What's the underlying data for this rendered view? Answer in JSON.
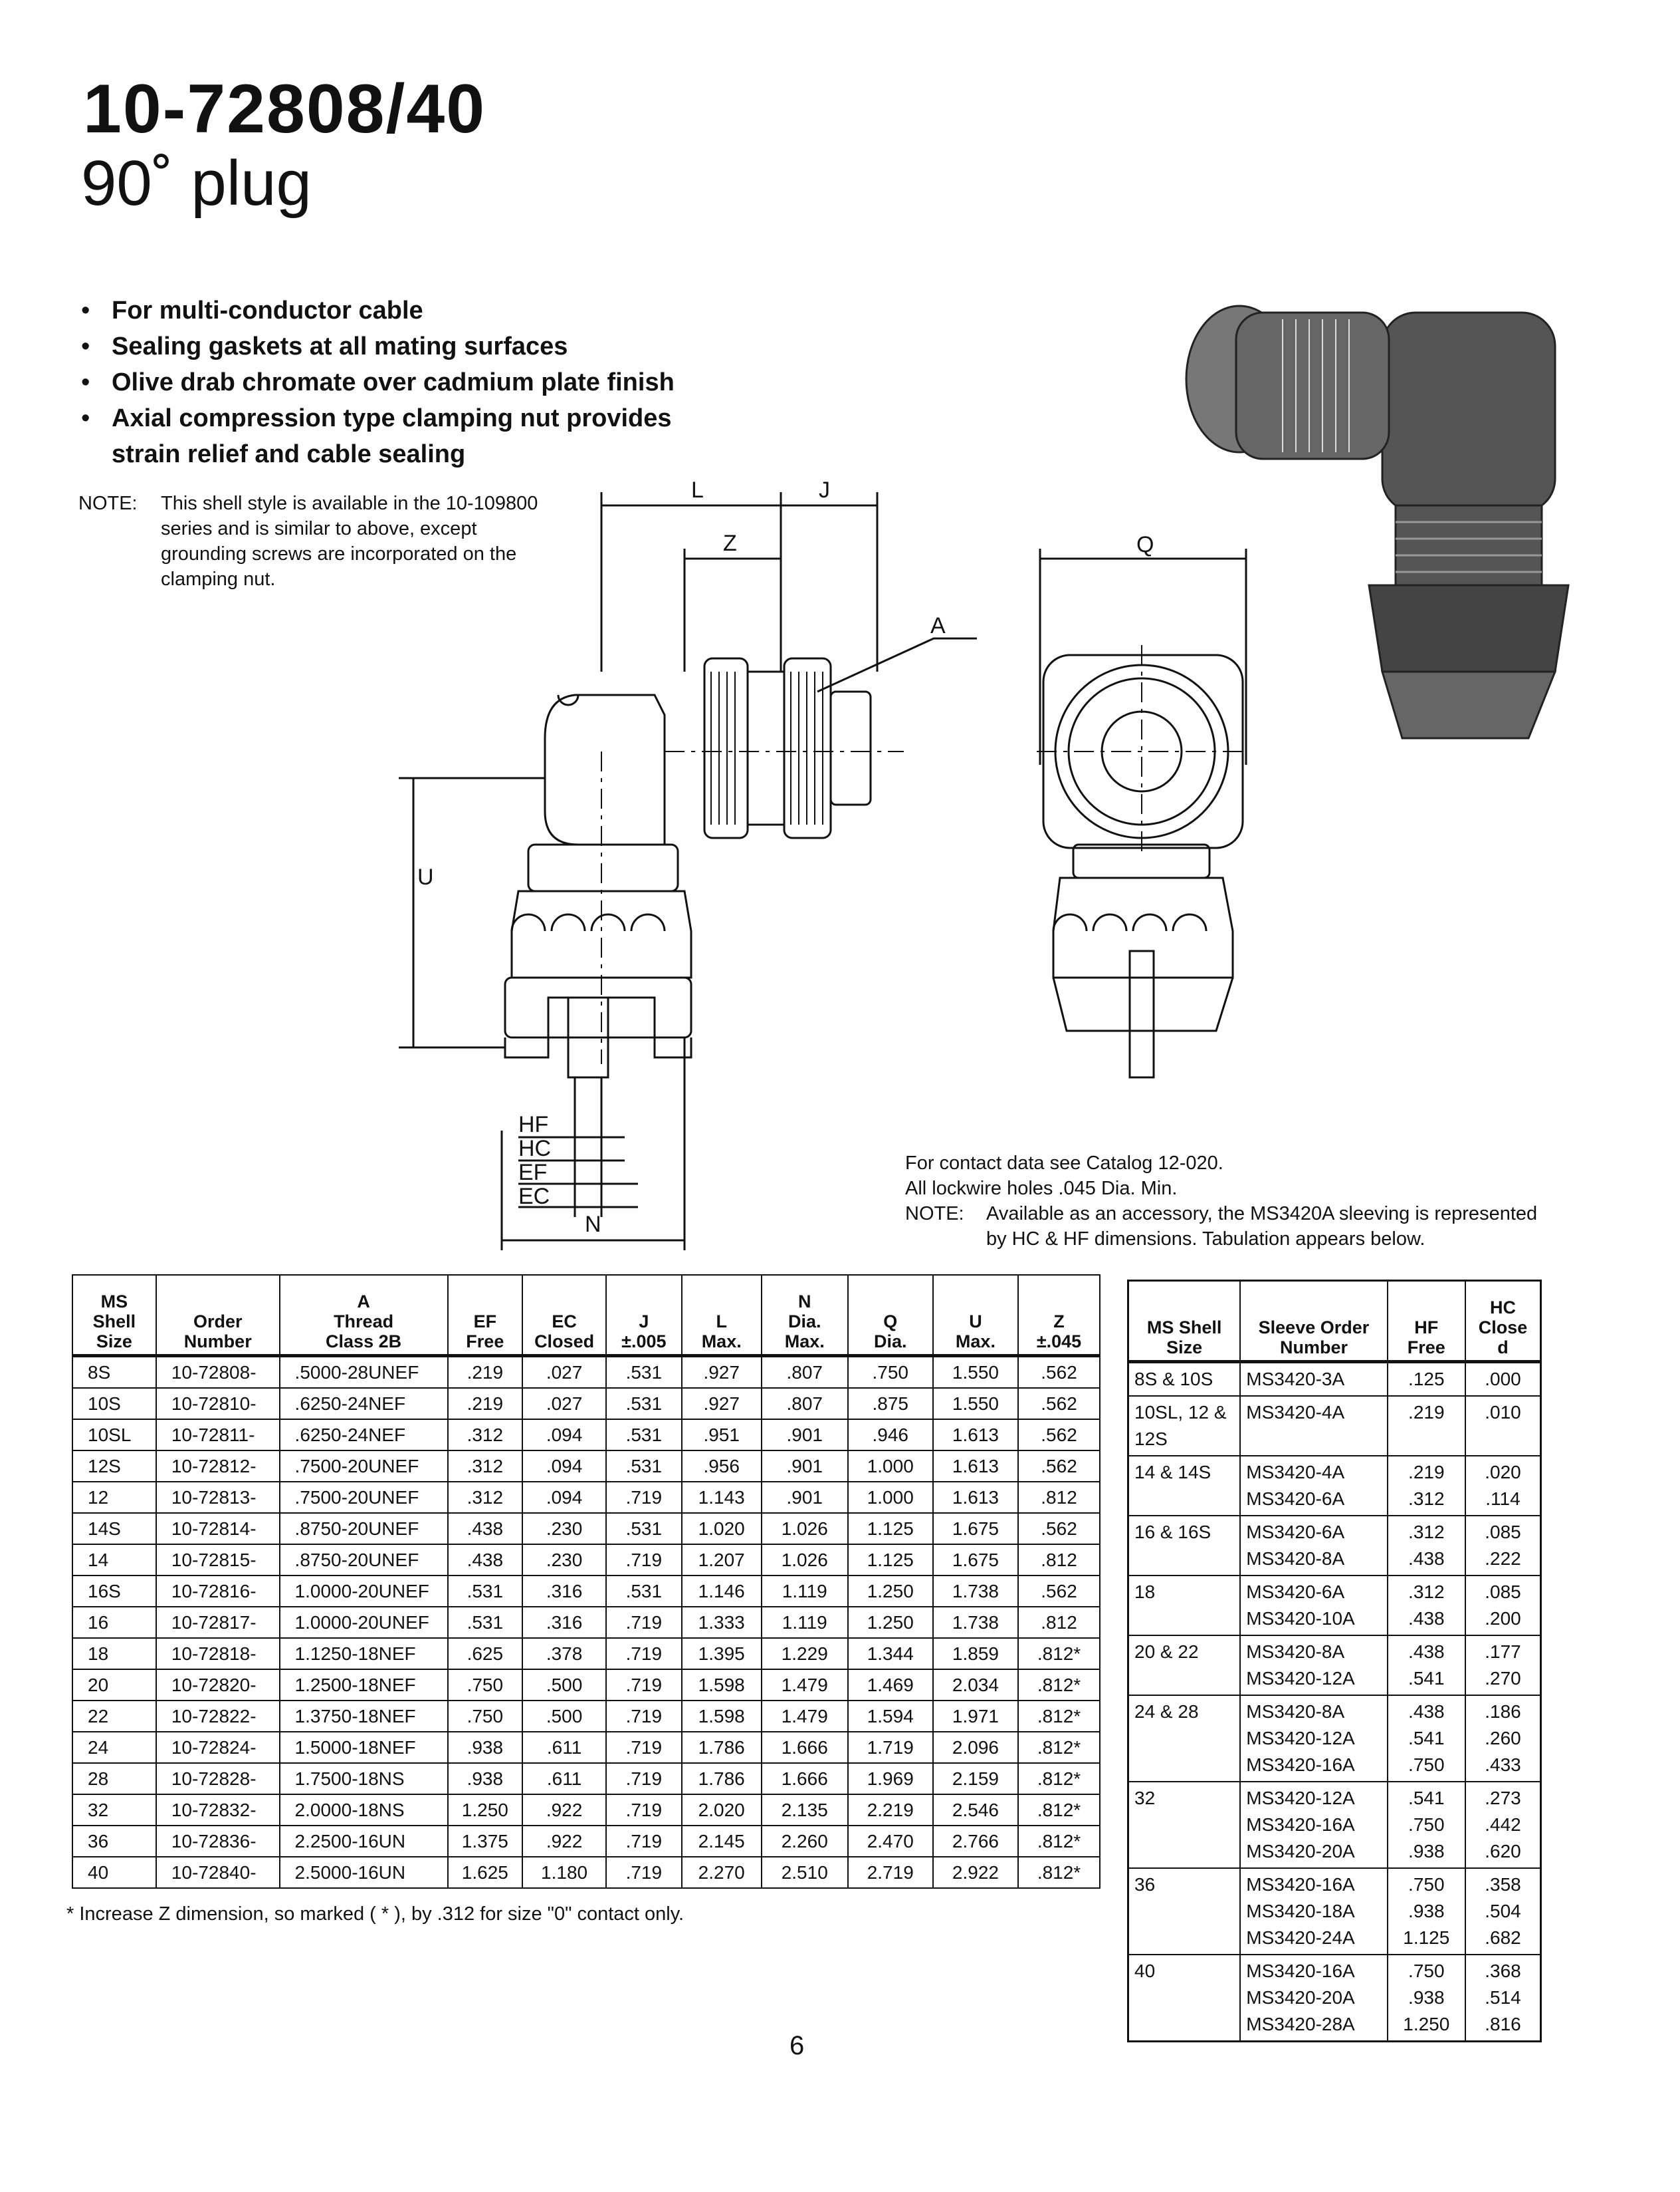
{
  "header": {
    "title": "10-72808/40",
    "subtitle": "90˚ plug"
  },
  "features": [
    "For multi-conductor cable",
    "Sealing gaskets at all mating surfaces",
    "Olive drab chromate over cadmium plate finish",
    "Axial compression type clamping nut provides strain relief and cable sealing"
  ],
  "note_top": {
    "label": "NOTE:",
    "text": "This shell style is available in the 10-109800 series and is similar to above, except grounding screws are incorporated on the clamping nut."
  },
  "drawing_labels": {
    "L": "L",
    "J": "J",
    "Z": "Z",
    "A": "A",
    "Q": "Q",
    "U": "U",
    "HF": "HF",
    "HC": "HC",
    "EF": "EF",
    "EC": "EC",
    "N": "N"
  },
  "contact_notes": {
    "line1": "For contact data see Catalog 12-020.",
    "line2": "All lockwire holes .045 Dia. Min.",
    "note_label": "NOTE:",
    "note_text": "Available as an accessory, the MS3420A sleeving is represented by HC & HF dimensions. Tabulation appears below."
  },
  "main_table": {
    "headers": [
      [
        "MS",
        "Shell",
        "Size"
      ],
      [
        "Order",
        "Number"
      ],
      [
        "A",
        "Thread",
        "Class 2B"
      ],
      [
        "EF",
        "Free"
      ],
      [
        "EC",
        "Closed"
      ],
      [
        "J",
        "±.005"
      ],
      [
        "L",
        "Max."
      ],
      [
        "N",
        "Dia.",
        "Max."
      ],
      [
        "Q",
        "Dia."
      ],
      [
        "U",
        "Max."
      ],
      [
        "Z",
        "±.045"
      ]
    ],
    "rows": [
      [
        "8S",
        "10-72808-",
        ".5000-28UNEF",
        ".219",
        ".027",
        ".531",
        ".927",
        ".807",
        ".750",
        "1.550",
        ".562"
      ],
      [
        "10S",
        "10-72810-",
        ".6250-24NEF",
        ".219",
        ".027",
        ".531",
        ".927",
        ".807",
        ".875",
        "1.550",
        ".562"
      ],
      [
        "10SL",
        "10-72811-",
        ".6250-24NEF",
        ".312",
        ".094",
        ".531",
        ".951",
        ".901",
        ".946",
        "1.613",
        ".562"
      ],
      [
        "12S",
        "10-72812-",
        ".7500-20UNEF",
        ".312",
        ".094",
        ".531",
        ".956",
        ".901",
        "1.000",
        "1.613",
        ".562"
      ],
      [
        "12",
        "10-72813-",
        ".7500-20UNEF",
        ".312",
        ".094",
        ".719",
        "1.143",
        ".901",
        "1.000",
        "1.613",
        ".812"
      ],
      [
        "14S",
        "10-72814-",
        ".8750-20UNEF",
        ".438",
        ".230",
        ".531",
        "1.020",
        "1.026",
        "1.125",
        "1.675",
        ".562"
      ],
      [
        "14",
        "10-72815-",
        ".8750-20UNEF",
        ".438",
        ".230",
        ".719",
        "1.207",
        "1.026",
        "1.125",
        "1.675",
        ".812"
      ],
      [
        "16S",
        "10-72816-",
        "1.0000-20UNEF",
        ".531",
        ".316",
        ".531",
        "1.146",
        "1.119",
        "1.250",
        "1.738",
        ".562"
      ],
      [
        "16",
        "10-72817-",
        "1.0000-20UNEF",
        ".531",
        ".316",
        ".719",
        "1.333",
        "1.119",
        "1.250",
        "1.738",
        ".812"
      ],
      [
        "18",
        "10-72818-",
        "1.1250-18NEF",
        ".625",
        ".378",
        ".719",
        "1.395",
        "1.229",
        "1.344",
        "1.859",
        ".812*"
      ],
      [
        "20",
        "10-72820-",
        "1.2500-18NEF",
        ".750",
        ".500",
        ".719",
        "1.598",
        "1.479",
        "1.469",
        "2.034",
        ".812*"
      ],
      [
        "22",
        "10-72822-",
        "1.3750-18NEF",
        ".750",
        ".500",
        ".719",
        "1.598",
        "1.479",
        "1.594",
        "1.971",
        ".812*"
      ],
      [
        "24",
        "10-72824-",
        "1.5000-18NEF",
        ".938",
        ".611",
        ".719",
        "1.786",
        "1.666",
        "1.719",
        "2.096",
        ".812*"
      ],
      [
        "28",
        "10-72828-",
        "1.7500-18NS",
        ".938",
        ".611",
        ".719",
        "1.786",
        "1.666",
        "1.969",
        "2.159",
        ".812*"
      ],
      [
        "32",
        "10-72832-",
        "2.0000-18NS",
        "1.250",
        ".922",
        ".719",
        "2.020",
        "2.135",
        "2.219",
        "2.546",
        ".812*"
      ],
      [
        "36",
        "10-72836-",
        "2.2500-16UN",
        "1.375",
        ".922",
        ".719",
        "2.145",
        "2.260",
        "2.470",
        "2.766",
        ".812*"
      ],
      [
        "40",
        "10-72840-",
        "2.5000-16UN",
        "1.625",
        "1.180",
        ".719",
        "2.270",
        "2.510",
        "2.719",
        "2.922",
        ".812*"
      ]
    ]
  },
  "sleeve_table": {
    "headers": [
      [
        "MS Shell",
        "Size"
      ],
      [
        "Sleeve Order",
        "Number"
      ],
      [
        "HF",
        "Free"
      ],
      [
        "HC",
        "Close",
        "d"
      ]
    ],
    "groups": [
      {
        "size": "8S & 10S",
        "numbers": [
          "MS3420-3A"
        ],
        "hf": [
          ".125"
        ],
        "hc": [
          ".000"
        ]
      },
      {
        "size": "10SL, 12 & 12S",
        "numbers": [
          "MS3420-4A"
        ],
        "hf": [
          ".219"
        ],
        "hc": [
          ".010"
        ]
      },
      {
        "size": "14 & 14S",
        "numbers": [
          "MS3420-4A",
          "MS3420-6A"
        ],
        "hf": [
          ".219",
          ".312"
        ],
        "hc": [
          ".020",
          ".114"
        ]
      },
      {
        "size": "16 & 16S",
        "numbers": [
          "MS3420-6A",
          "MS3420-8A"
        ],
        "hf": [
          ".312",
          ".438"
        ],
        "hc": [
          ".085",
          ".222"
        ]
      },
      {
        "size": "18",
        "numbers": [
          "MS3420-6A",
          "MS3420-10A"
        ],
        "hf": [
          ".312",
          ".438"
        ],
        "hc": [
          ".085",
          ".200"
        ]
      },
      {
        "size": "20 & 22",
        "numbers": [
          "MS3420-8A",
          "MS3420-12A"
        ],
        "hf": [
          ".438",
          ".541"
        ],
        "hc": [
          ".177",
          ".270"
        ]
      },
      {
        "size": "24 & 28",
        "numbers": [
          "MS3420-8A",
          "MS3420-12A",
          "MS3420-16A"
        ],
        "hf": [
          ".438",
          ".541",
          ".750"
        ],
        "hc": [
          ".186",
          ".260",
          ".433"
        ]
      },
      {
        "size": "32",
        "numbers": [
          "MS3420-12A",
          "MS3420-16A",
          "MS3420-20A"
        ],
        "hf": [
          ".541",
          ".750",
          ".938"
        ],
        "hc": [
          ".273",
          ".442",
          ".620"
        ]
      },
      {
        "size": "36",
        "numbers": [
          "MS3420-16A",
          "MS3420-18A",
          "MS3420-24A"
        ],
        "hf": [
          ".750",
          ".938",
          "1.125"
        ],
        "hc": [
          ".358",
          ".504",
          ".682"
        ]
      },
      {
        "size": "40",
        "numbers": [
          "MS3420-16A",
          "MS3420-20A",
          "MS3420-28A"
        ],
        "hf": [
          ".750",
          ".938",
          "1.250"
        ],
        "hc": [
          ".368",
          ".514",
          ".816"
        ]
      }
    ]
  },
  "footnote": "* Increase Z dimension, so marked ( * ), by .312 for size \"0\" contact only.",
  "page_number": "6"
}
